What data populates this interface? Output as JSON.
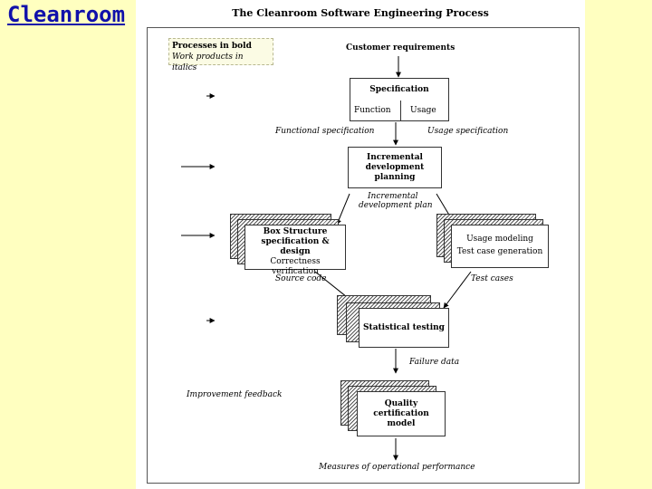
{
  "slide": {
    "title": "Cleanroom"
  },
  "figure": {
    "title": "The Cleanroom Software Engineering Process",
    "legend": {
      "line1": "Processes in bold",
      "line2": "Work products in italics"
    },
    "processes": {
      "specification": {
        "title": "Specification",
        "function": "Function",
        "usage": "Usage"
      },
      "planning": {
        "line1": "Incremental",
        "line2": "development",
        "line3": "planning"
      },
      "box_structure": {
        "line1": "Box Structure",
        "line2": "specification & design",
        "line3": "Correctness",
        "line4": "verification"
      },
      "usage": {
        "line1": "Usage modeling",
        "line2": "Test case generation"
      },
      "statistical": {
        "line1": "Statistical testing"
      },
      "quality": {
        "line1": "Quality",
        "line2": "certification",
        "line3": "model"
      }
    },
    "work_products": {
      "customer_requirements": "Customer requirements",
      "functional_spec": "Functional specification",
      "usage_spec": "Usage specification",
      "plan_line1": "Incremental",
      "plan_line2": "development plan",
      "source_code": "Source code",
      "test_cases": "Test cases",
      "failure_data": "Failure data",
      "improvement_feedback": "Improvement feedback",
      "measures": "Measures of operational performance"
    }
  }
}
